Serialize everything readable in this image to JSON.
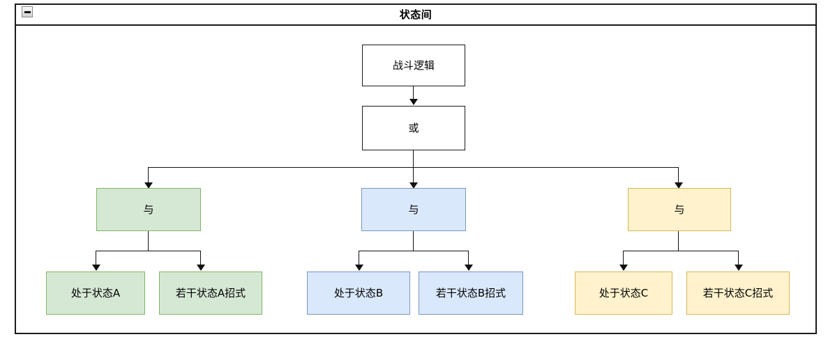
{
  "window": {
    "title": "状态间",
    "collapse_icon": "minimize-icon"
  },
  "diagram": {
    "type": "behaviour-tree",
    "root": {
      "label": "战斗逻辑",
      "style": "plain"
    },
    "operator": {
      "label": "或",
      "style": "plain"
    },
    "branches": [
      {
        "style": "green",
        "operator": {
          "label": "与"
        },
        "leaves": [
          {
            "label": "处于状态A"
          },
          {
            "label": "若干状态A招式"
          }
        ]
      },
      {
        "style": "blue",
        "operator": {
          "label": "与"
        },
        "leaves": [
          {
            "label": "处于状态B"
          },
          {
            "label": "若干状态B招式"
          }
        ]
      },
      {
        "style": "yellow",
        "operator": {
          "label": "与"
        },
        "leaves": [
          {
            "label": "处于状态C"
          },
          {
            "label": "若干状态C招式"
          }
        ]
      }
    ]
  },
  "colors": {
    "green_fill": "#d5e8d4",
    "green_stroke": "#82b366",
    "blue_fill": "#dae8fc",
    "blue_stroke": "#7895c0",
    "yellow_fill": "#fff2cc",
    "yellow_stroke": "#d6b656",
    "plain_fill": "#ffffff",
    "plain_stroke": "#1a1a1a",
    "connector": "#111111"
  }
}
